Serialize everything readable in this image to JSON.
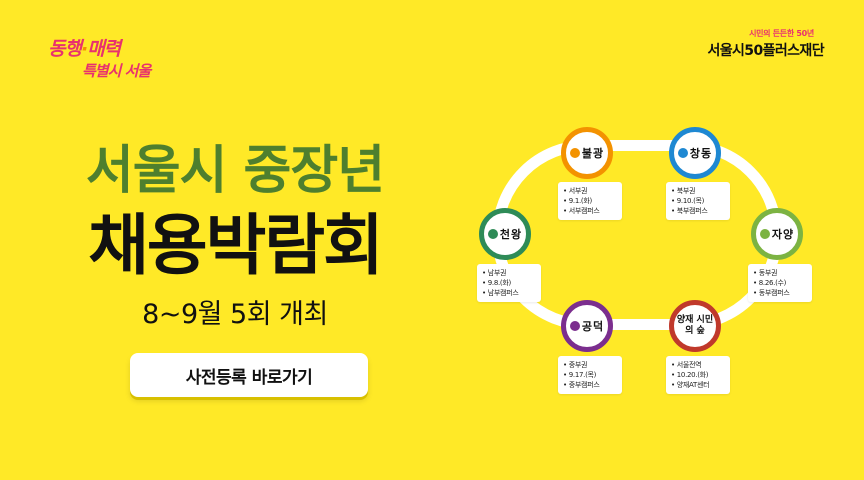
{
  "brand": {
    "slogan_line1_a": "동행",
    "slogan_sep": "·",
    "slogan_line1_b": "매력",
    "slogan_line2": "특별시 서울",
    "foundation_tagline": "시민의 든든한 50년",
    "foundation_name": "서울시50플러스재단"
  },
  "headline": {
    "line1": "서울시 중장년",
    "line2": "채용박람회",
    "subtitle": "8~9월 5회 개최"
  },
  "cta": {
    "label": "사전등록 바로가기"
  },
  "stations": [
    {
      "id": "bulgwang",
      "name": "불광",
      "color": "#F39200",
      "details": [
        "서부권",
        "9.1.(화)",
        "서부캠퍼스"
      ]
    },
    {
      "id": "changdong",
      "name": "창동",
      "color": "#1E88D2",
      "details": [
        "북부권",
        "9.10.(목)",
        "북부캠퍼스"
      ]
    },
    {
      "id": "jayang",
      "name": "자양",
      "color": "#7CB342",
      "details": [
        "동부권",
        "8.26.(수)",
        "동부캠퍼스"
      ]
    },
    {
      "id": "yangjae",
      "name": "양재 시민의 숲",
      "color": "#C0392B",
      "details": [
        "서울전역",
        "10.20.(화)",
        "양재AT센터"
      ]
    },
    {
      "id": "gongdeok",
      "name": "공덕",
      "color": "#7B2E8E",
      "details": [
        "중부권",
        "9.17.(목)",
        "중부캠퍼스"
      ]
    },
    {
      "id": "cheonwang",
      "name": "천왕",
      "color": "#2E8B57",
      "details": [
        "남부권",
        "9.8.(화)",
        "남부캠퍼스"
      ]
    }
  ]
}
